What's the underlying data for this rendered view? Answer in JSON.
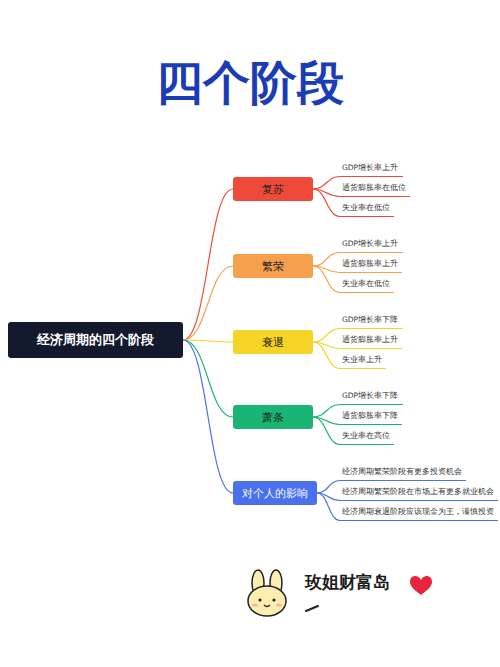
{
  "diagram": {
    "title": "四个阶段",
    "nodes": [
      {
        "text": [
          "经济周期的四个阶段"
        ]
      },
      {
        "text": [
          "复苏"
        ]
      },
      {
        "text": [
          "GDP增长率上升"
        ]
      },
      {
        "text": [
          "通货膨胀率在低位"
        ]
      },
      {
        "text": [
          "失业率在低位"
        ]
      },
      {
        "text": [
          "繁荣"
        ]
      },
      {
        "text": [
          "GDP增长率上升"
        ]
      },
      {
        "text": [
          "通货膨胀率上升"
        ]
      },
      {
        "text": [
          "失业率在低位"
        ]
      },
      {
        "text": [
          "衰退"
        ]
      },
      {
        "text": [
          "GDP增长率下降"
        ]
      },
      {
        "text": [
          "通货膨胀率上升"
        ]
      },
      {
        "text": [
          "失业率上升"
        ]
      },
      {
        "text": [
          "萧条"
        ]
      },
      {
        "text": [
          "GDP增长率下降"
        ]
      },
      {
        "text": [
          "通货膨胀率下降"
        ]
      },
      {
        "text": [
          "失业率在高位"
        ]
      },
      {
        "text": [
          "对个人的影响"
        ]
      },
      {
        "text": [
          "经济周期繁荣阶段有更多投资机会"
        ]
      },
      {
        "text": [
          "经济周期繁荣阶段在市场上有更多就业机会"
        ]
      },
      {
        "text": [
          "经济周期衰退阶段应该现金为王，谨慎投资"
        ]
      }
    ],
    "edges": [
      {
        "from": 0,
        "to": 1,
        "arrow": "none"
      },
      {
        "from": 0,
        "to": 5,
        "arrow": "none"
      },
      {
        "from": 0,
        "to": 9,
        "arrow": "none"
      },
      {
        "from": 0,
        "to": 13,
        "arrow": "none"
      },
      {
        "from": 0,
        "to": 17,
        "arrow": "none"
      },
      {
        "from": 1,
        "to": 2,
        "arrow": "none"
      },
      {
        "from": 1,
        "to": 3,
        "arrow": "none"
      },
      {
        "from": 1,
        "to": 4,
        "arrow": "none"
      },
      {
        "from": 5,
        "to": 6,
        "arrow": "none"
      },
      {
        "from": 5,
        "to": 7,
        "arrow": "none"
      },
      {
        "from": 5,
        "to": 8,
        "arrow": "none"
      },
      {
        "from": 9,
        "to": 10,
        "arrow": "none"
      },
      {
        "from": 9,
        "to": 11,
        "arrow": "none"
      },
      {
        "from": 9,
        "to": 12,
        "arrow": "none"
      },
      {
        "from": 13,
        "to": 14,
        "arrow": "none"
      },
      {
        "from": 13,
        "to": 15,
        "arrow": "none"
      },
      {
        "from": 13,
        "to": 16,
        "arrow": "none"
      },
      {
        "from": 17,
        "to": 18,
        "arrow": "none"
      },
      {
        "from": 17,
        "to": 19,
        "arrow": "none"
      },
      {
        "from": 17,
        "to": 20,
        "arrow": "none"
      }
    ],
    "labels": [
      "玫姐财富岛"
    ]
  }
}
